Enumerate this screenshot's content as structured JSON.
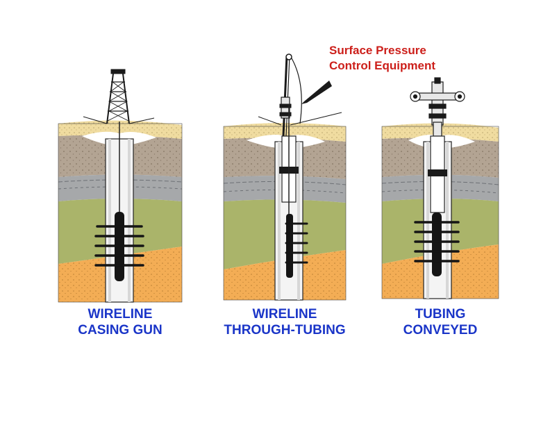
{
  "callout": {
    "line1": "Surface Pressure",
    "line2": "Control Equipment"
  },
  "panels": [
    {
      "title_line1": "WIRELINE",
      "title_line2": "CASING GUN"
    },
    {
      "title_line1": "WIRELINE",
      "title_line2": "THROUGH-TUBING"
    },
    {
      "title_line1": "TUBING",
      "title_line2": "CONVEYED"
    }
  ],
  "colors": {
    "surface_soil": "#f0dca0",
    "shale": "#b3a493",
    "gray_rock": "#a6a8aa",
    "pay_zone": "#aab46a",
    "sand": "#f3ad55",
    "caption_blue": "#1a35c8",
    "callout_red": "#cc1f1a",
    "gun_black": "#151515"
  }
}
